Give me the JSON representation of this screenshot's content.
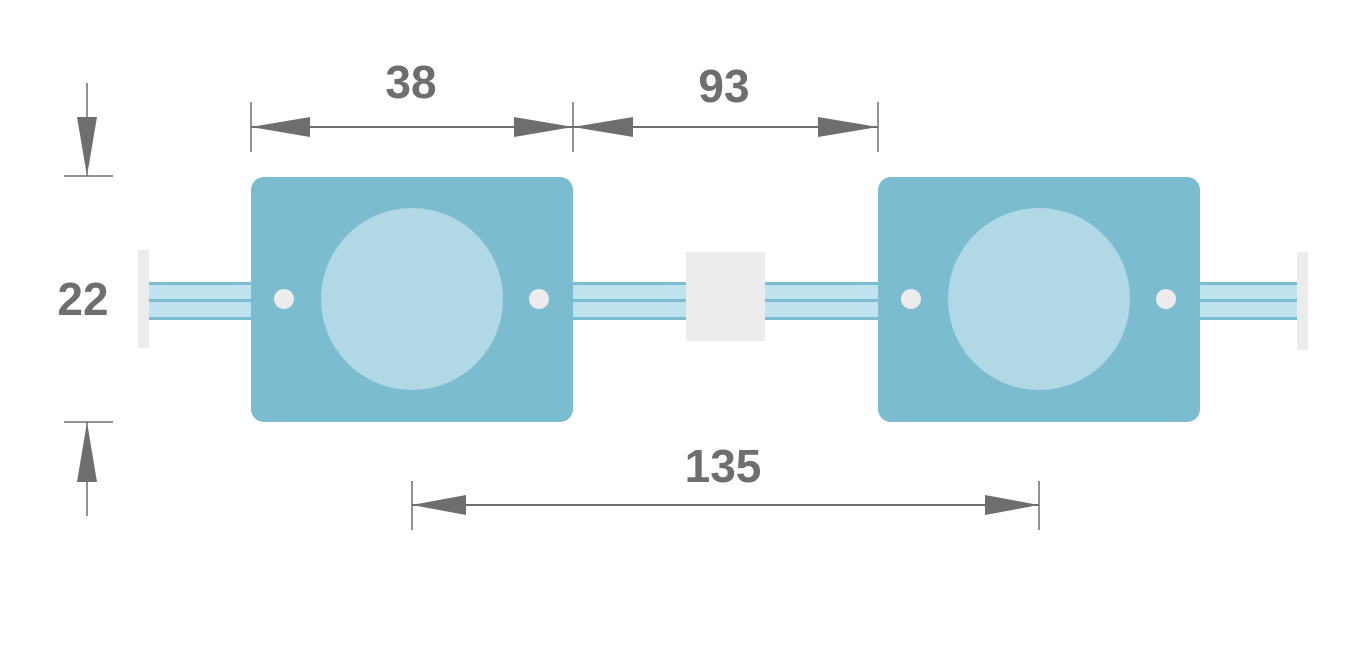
{
  "diagram": {
    "dimensions": {
      "module_width": "38",
      "module_gap": "93",
      "pitch": "135",
      "height": "22"
    },
    "colors": {
      "module_body": "#7bbcd0",
      "lens": "#b0d8e5",
      "mount_hole": "#ececec",
      "wire_light": "#bfe3ee",
      "wire_line": "#7bbcd0",
      "connector": "#ececec",
      "end_cap": "#ececec",
      "dimension_line": "#6e6e6e",
      "label_text": "#6e6e6e"
    },
    "modules": [
      {
        "name": "left-module"
      },
      {
        "name": "right-module"
      }
    ]
  }
}
